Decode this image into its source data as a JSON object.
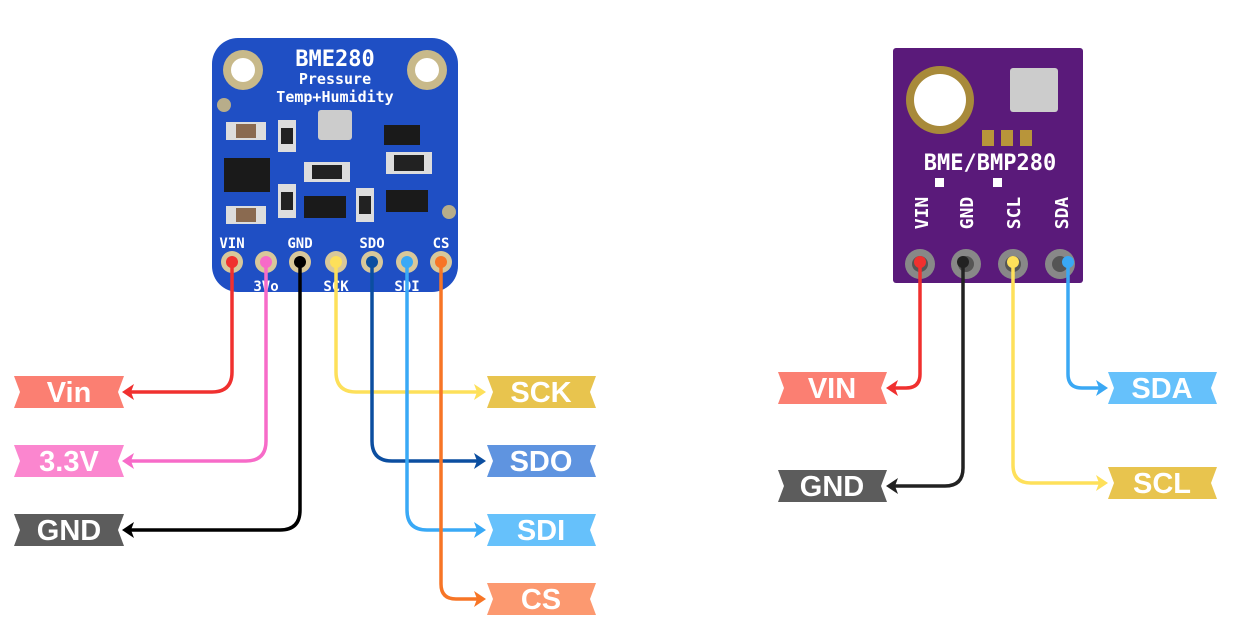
{
  "left_module": {
    "board_title": "BME280",
    "board_subtitle_1": "Pressure",
    "board_subtitle_2": "Temp+Humidity",
    "board_color": "#1f4fc4",
    "pin_labels_top": [
      "VIN",
      "GND",
      "SDO",
      "CS"
    ],
    "pin_labels_bottom": [
      "3Vo",
      "SCK",
      "SDI"
    ],
    "connections": [
      {
        "label": "Vin",
        "label_color": "#fb7f72",
        "wire_color": "#f0302f"
      },
      {
        "label": "3.3V",
        "label_color": "#fb86cf",
        "wire_color": "#f76bc8"
      },
      {
        "label": "GND",
        "label_color": "#5c5c5c",
        "wire_color": "#000000"
      },
      {
        "label": "SCK",
        "label_color": "#e8c44e",
        "wire_color": "#fde05a"
      },
      {
        "label": "SDO",
        "label_color": "#5f94e0",
        "wire_color": "#0b4ea0"
      },
      {
        "label": "SDI",
        "label_color": "#66c1fb",
        "wire_color": "#39a9f6"
      },
      {
        "label": "CS",
        "label_color": "#fc9970",
        "wire_color": "#f77526"
      }
    ]
  },
  "right_module": {
    "board_title": "BME/BMP280",
    "board_color": "#5a1a7a",
    "pin_labels": [
      "VIN",
      "GND",
      "SCL",
      "SDA"
    ],
    "connections": [
      {
        "label": "VIN",
        "label_color": "#fb7f72",
        "wire_color": "#f0302f"
      },
      {
        "label": "GND",
        "label_color": "#5c5c5c",
        "wire_color": "#222222"
      },
      {
        "label": "SDA",
        "label_color": "#66c1fb",
        "wire_color": "#3aa8f4"
      },
      {
        "label": "SCL",
        "label_color": "#e8c44e",
        "wire_color": "#fee05a"
      }
    ]
  }
}
